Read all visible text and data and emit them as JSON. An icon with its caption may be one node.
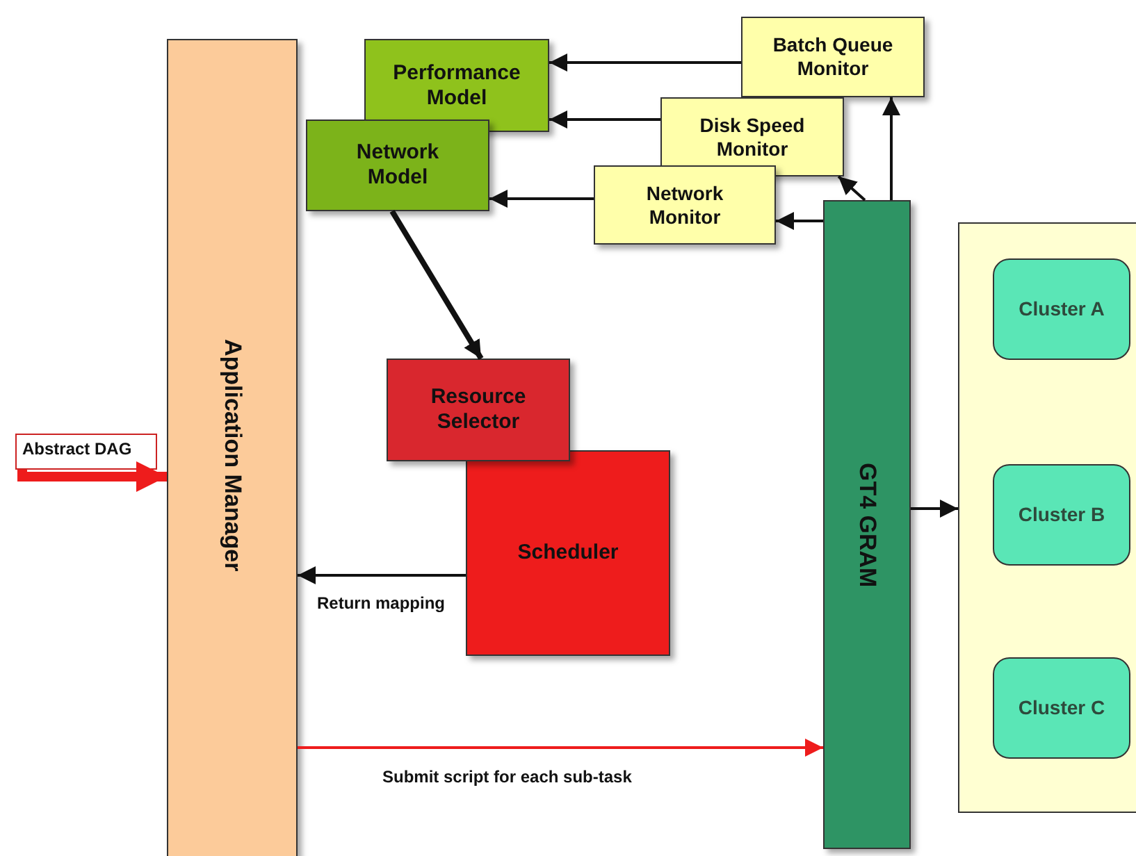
{
  "diagram": {
    "nodes": [
      {
        "text": [
          "Application Manager"
        ]
      },
      {
        "text": [
          "Performance Model"
        ]
      },
      {
        "text": [
          "Network Model"
        ]
      },
      {
        "text": [
          "Batch Queue Monitor"
        ]
      },
      {
        "text": [
          "Disk Speed Monitor"
        ]
      },
      {
        "text": [
          "Network Monitor"
        ]
      },
      {
        "text": [
          "Resource Selector"
        ]
      },
      {
        "text": [
          "Scheduler"
        ]
      },
      {
        "text": [
          "GT4 GRAM"
        ]
      },
      {
        "text": [],
        "shape": "box"
      },
      {
        "text": [
          "Cluster A"
        ],
        "in": 9
      },
      {
        "text": [
          "Cluster B"
        ],
        "in": 9
      },
      {
        "text": [
          "Cluster C"
        ],
        "in": 9
      },
      {
        "text": [
          "Abstract DAG"
        ]
      }
    ],
    "edges": [
      {
        "from": 3,
        "to": 1,
        "arrow": "to"
      },
      {
        "from": 4,
        "to": 1,
        "arrow": "to"
      },
      {
        "from": 5,
        "to": 2,
        "arrow": "to"
      },
      {
        "from": 8,
        "to": 5,
        "arrow": "to"
      },
      {
        "from": 8,
        "to": 4,
        "arrow": "to"
      },
      {
        "from": 8,
        "to": 3,
        "arrow": "to"
      },
      {
        "from": 2,
        "to": 6,
        "arrow": "to",
        "style": "thick"
      },
      {
        "from": 7,
        "to": 0,
        "arrow": "to",
        "label": "Return mapping"
      },
      {
        "from": 0,
        "to": 8,
        "arrow": "to",
        "label": "Submit script for each sub-task",
        "color": "#ee1c1c"
      },
      {
        "from": 8,
        "to": 9,
        "arrow": "to"
      },
      {
        "from": 13,
        "to": 0,
        "arrow": "to",
        "style": "thick",
        "color": "#ee1c1c"
      }
    ]
  }
}
